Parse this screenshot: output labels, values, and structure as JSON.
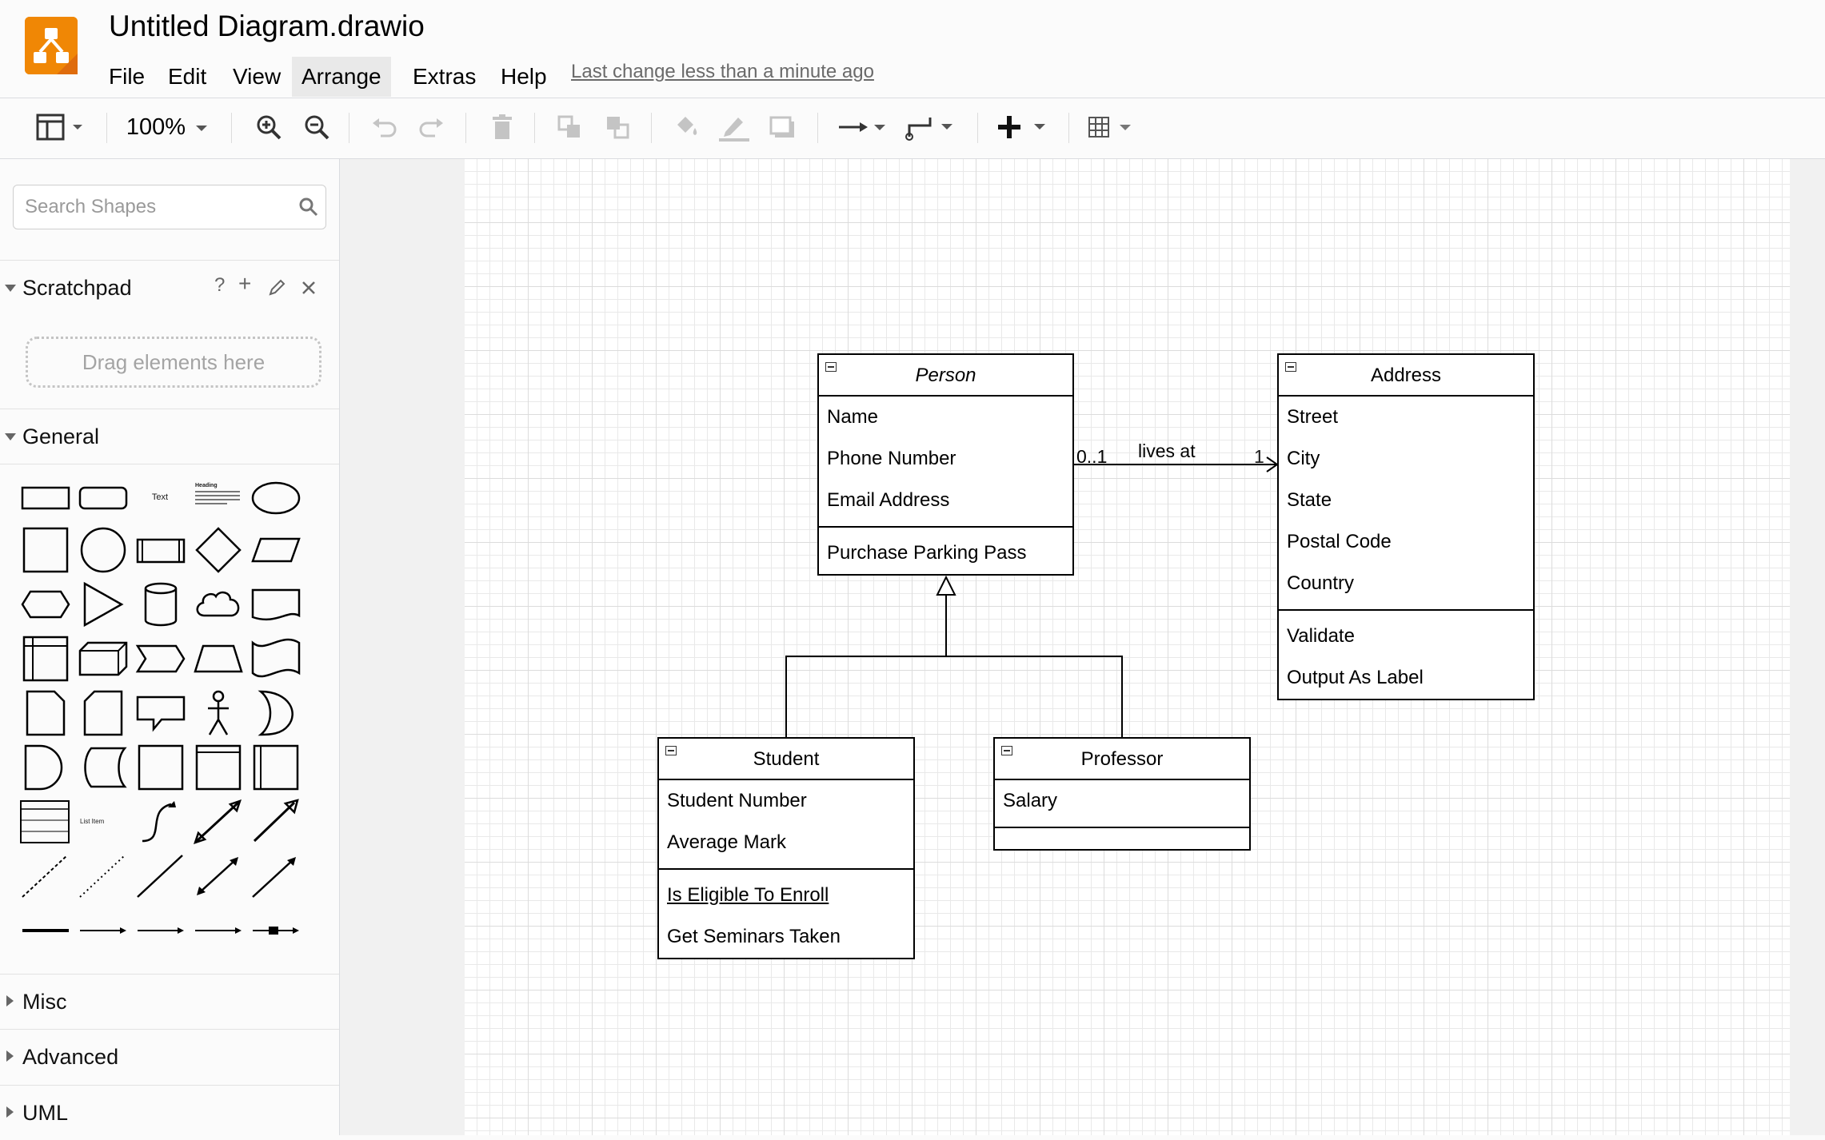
{
  "app": {
    "title": "Untitled Diagram.drawio",
    "logo_icon": "drawio-logo-icon",
    "accent_color": "#f08705",
    "last_change": "Last change less than a minute ago",
    "menu": [
      "File",
      "Edit",
      "View",
      "Arrange",
      "Extras",
      "Help"
    ],
    "active_menu": "Arrange"
  },
  "toolbar": {
    "zoom": "100%",
    "icons": [
      "format-panel-icon",
      "zoom-in-icon",
      "zoom-out-icon",
      "undo-icon",
      "redo-icon",
      "delete-icon",
      "to-front-icon",
      "to-back-icon",
      "fill-color-icon",
      "line-color-icon",
      "shadow-icon",
      "connection-icon",
      "waypoints-icon",
      "insert-icon",
      "table-icon"
    ]
  },
  "sidebar": {
    "search_placeholder": "Search Shapes",
    "scratchpad": {
      "title": "Scratchpad",
      "help": "?",
      "add": "+",
      "drop_text": "Drag elements here"
    },
    "general": {
      "title": "General",
      "text_shape": "Text",
      "heading_shape": "Heading",
      "list_item": "List Item"
    },
    "collapsed_sections": [
      "Misc",
      "Advanced",
      "UML"
    ]
  },
  "diagram": {
    "classes": {
      "person": {
        "name": "Person",
        "attributes": [
          "Name",
          "Phone Number",
          "Email Address"
        ],
        "methods": [
          "Purchase Parking Pass"
        ]
      },
      "address": {
        "name": "Address",
        "attributes": [
          "Street",
          "City",
          "State",
          "Postal Code",
          "Country"
        ],
        "methods": [
          "Validate",
          "Output As Label"
        ]
      },
      "student": {
        "name": "Student",
        "attributes": [
          "Student Number",
          "Average Mark"
        ],
        "methods": [
          "Is Eligible To Enroll",
          "Get Seminars Taken"
        ]
      },
      "professor": {
        "name": "Professor",
        "attributes": [
          "Salary"
        ],
        "methods": []
      }
    },
    "association": {
      "label": "lives at",
      "source_multiplicity": "0..1",
      "target_multiplicity": "1"
    }
  }
}
